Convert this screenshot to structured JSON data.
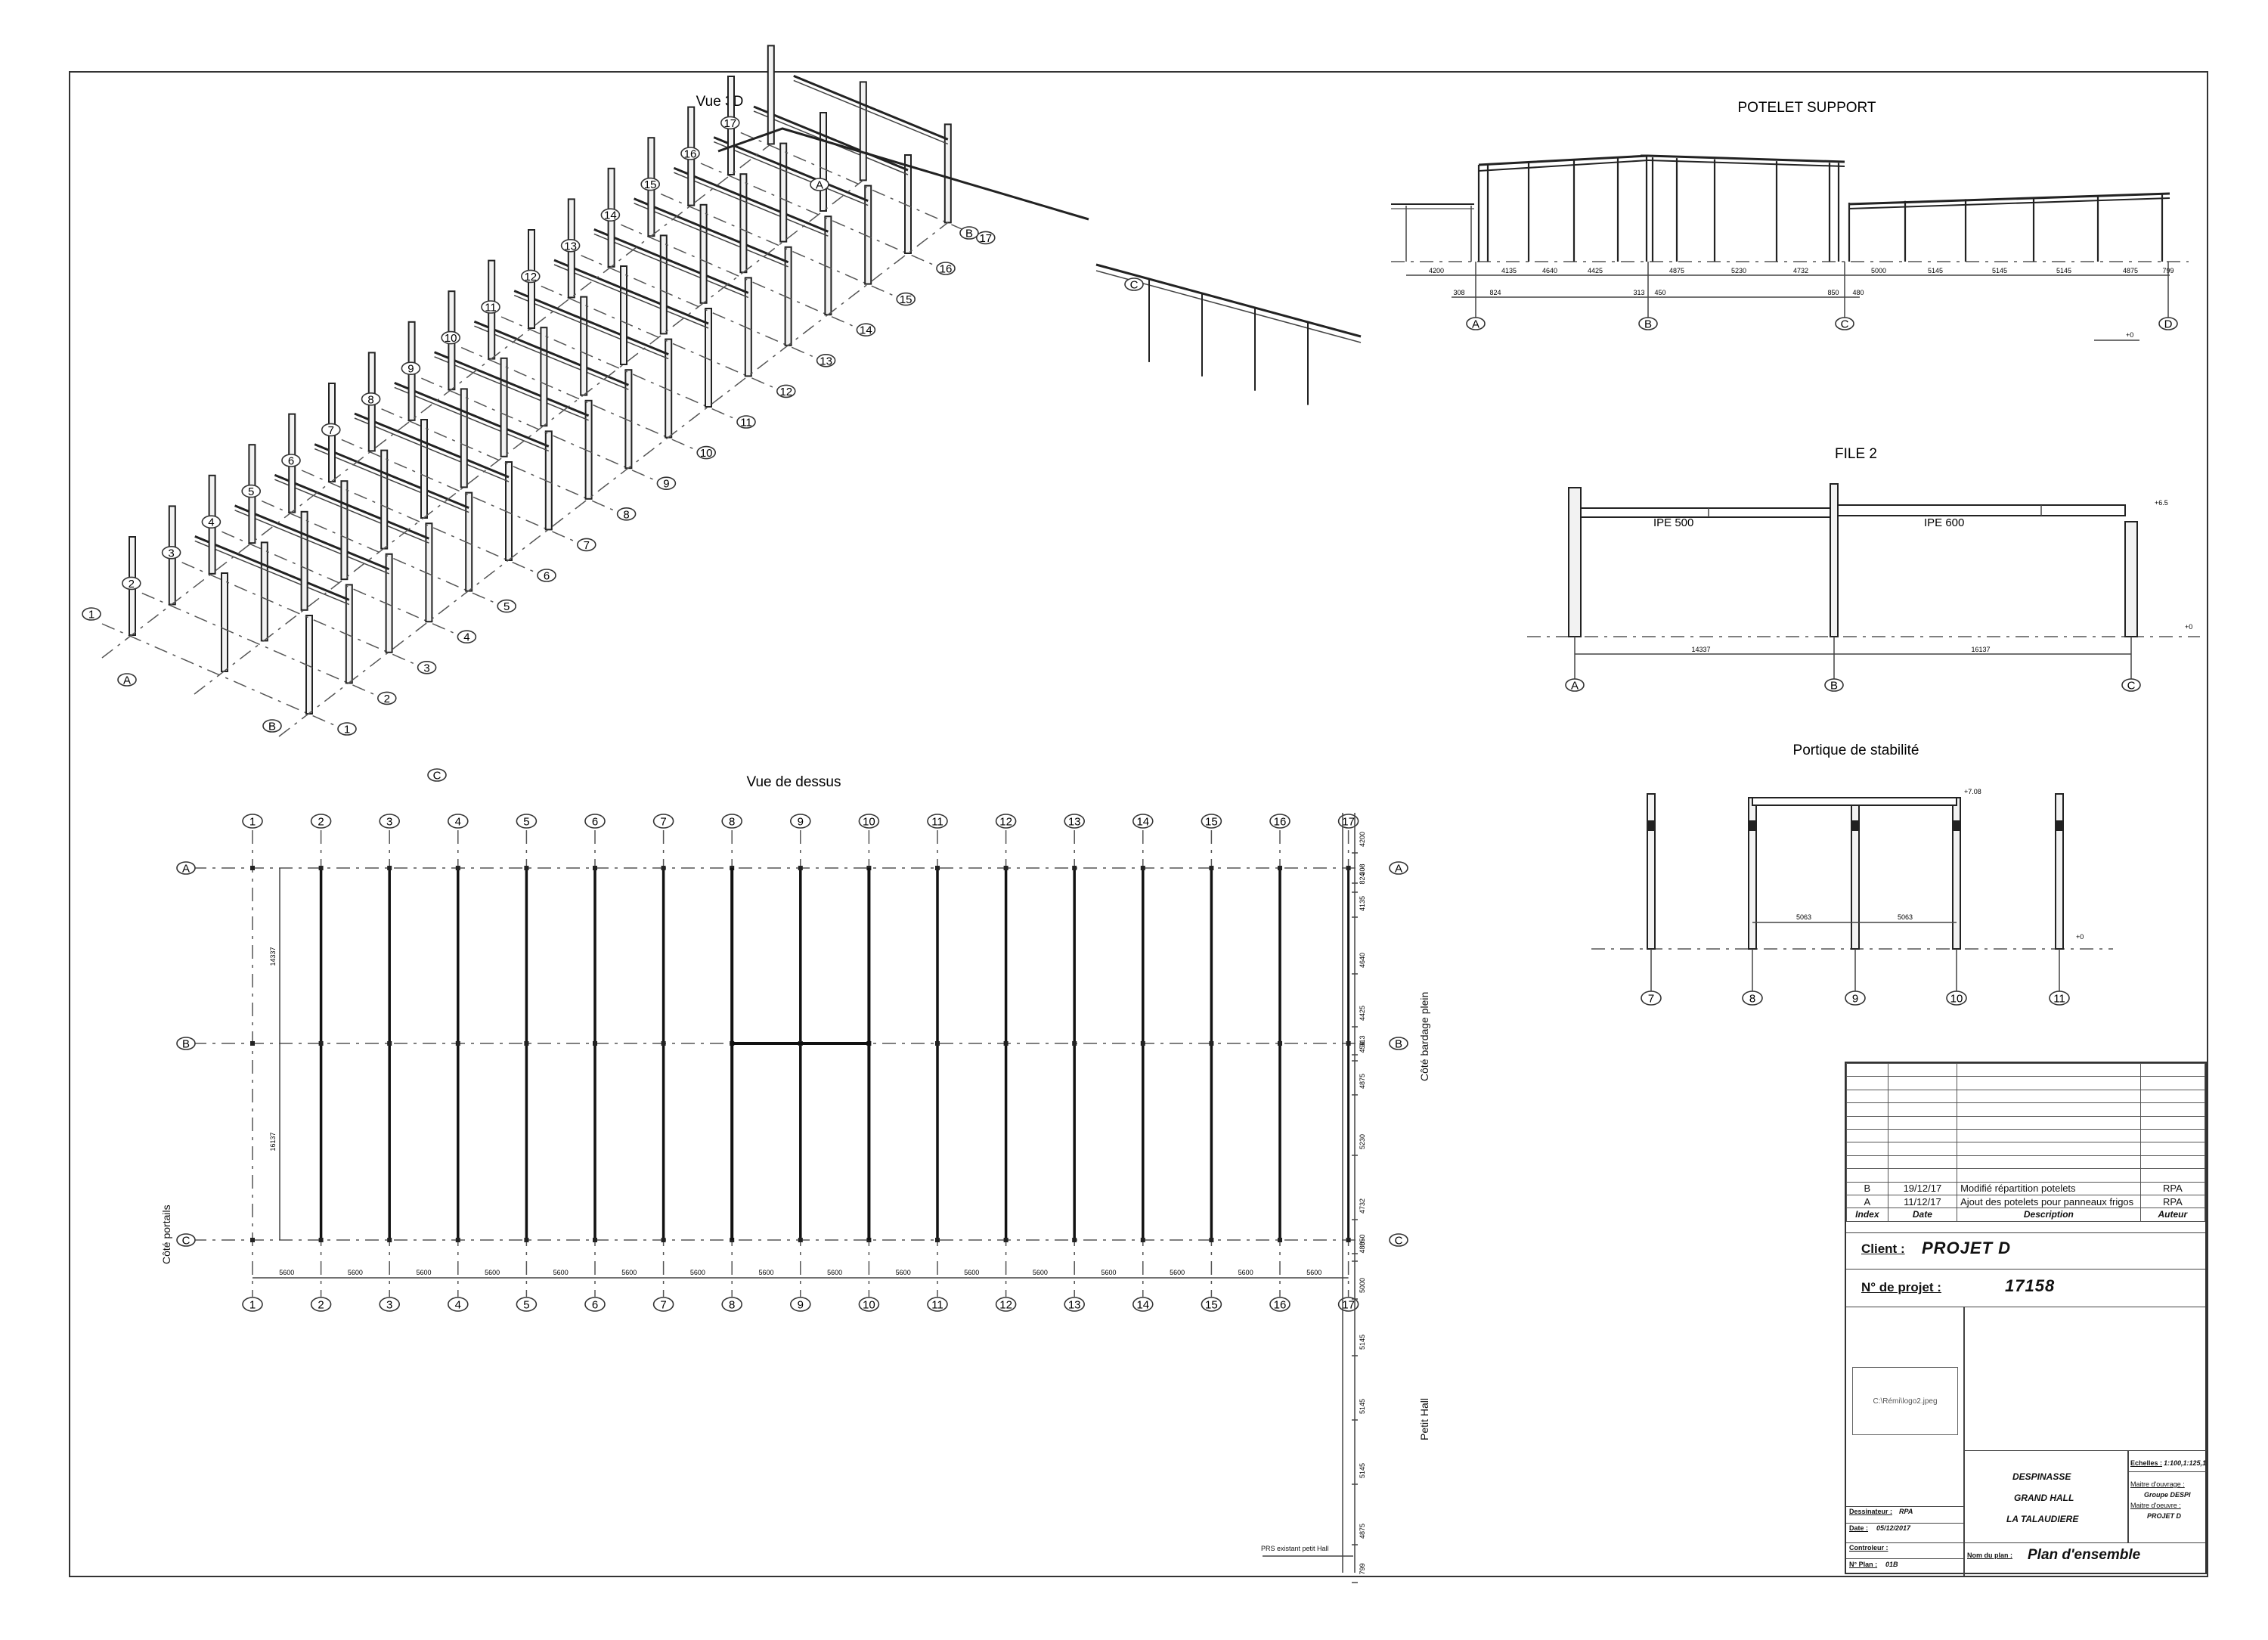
{
  "titles": {
    "view3d": "Vue 3D",
    "potelet": "POTELET SUPPORT",
    "file2": "FILE 2",
    "portique": "Portique de stabilité",
    "dessus": "Vue de dessus"
  },
  "grid": {
    "numbers": [
      "1",
      "2",
      "3",
      "4",
      "5",
      "6",
      "7",
      "8",
      "9",
      "10",
      "11",
      "12",
      "13",
      "14",
      "15",
      "16",
      "17"
    ],
    "letters": [
      "A",
      "B",
      "C"
    ],
    "letters_ext": [
      "A",
      "B",
      "C",
      "D"
    ],
    "portique_axes": [
      "7",
      "8",
      "9",
      "10",
      "11"
    ]
  },
  "top_view": {
    "bay_spacing": [
      "5600",
      "5600",
      "5600",
      "5600",
      "5600",
      "5600",
      "5600",
      "5600",
      "5600",
      "5600",
      "5600",
      "5600",
      "5600",
      "5600",
      "5600",
      "5600"
    ],
    "span_ab": "14337",
    "span_bc": "16137",
    "side_dims": [
      "4200",
      "308",
      "824",
      "4135",
      "4640",
      "4425",
      "313",
      "450",
      "4875",
      "5230",
      "4732",
      "850",
      "480",
      "5000",
      "5145",
      "5145",
      "5145",
      "4875",
      "799"
    ],
    "side_labels": {
      "portails": "Côté portails",
      "bardage": "Côté bardage plein",
      "petit_hall": "Petit Hall"
    },
    "existing_note": "PRS existant petit Hall"
  },
  "potelet": {
    "dims_top": [
      "4200",
      "4135",
      "4640",
      "4425",
      "4875",
      "5230",
      "4732",
      "5000",
      "5145",
      "5145",
      "5145",
      "4875",
      "799"
    ],
    "dims_bottom": [
      "308",
      "824",
      "313",
      "450",
      "850",
      "480"
    ],
    "level": "+0"
  },
  "file2": {
    "profile1": "IPE 500",
    "profile2": "IPE 600",
    "span1": "14337",
    "span2": "16137",
    "level_top": "+6.5",
    "level_bottom": "+0"
  },
  "portique": {
    "span1": "5063",
    "span2": "5063",
    "level_top": "+7.08",
    "level_bottom": "+0"
  },
  "title_block": {
    "revisions": [
      {
        "index": "B",
        "date": "19/12/17",
        "description": "Modifié répartition potelets",
        "author": "RPA"
      },
      {
        "index": "A",
        "date": "11/12/17",
        "description": "Ajout des potelets pour panneaux frigos",
        "author": "RPA"
      }
    ],
    "headers": {
      "index": "Index",
      "date": "Date",
      "description": "Description",
      "author": "Auteur"
    },
    "client_label": "Client :",
    "client": "PROJET D",
    "project_label": "N° de projet :",
    "project": "17158",
    "logo_path": "C:\\Rémi\\logo2.jpeg",
    "company": "DESPINASSE",
    "site1": "GRAND HALL",
    "site2": "LA TALAUDIERE",
    "echelles_label": "Echelles :",
    "echelles": "1:100,1:125,1",
    "ouvrage_label": "Maitre d'ouvrage :",
    "ouvrage": "Groupe DESPI",
    "oeuvre_label": "Maitre d'oeuvre :",
    "oeuvre": "PROJET D",
    "dessinateur_label": "Dessinateur :",
    "dessinateur": "RPA",
    "date_label": "Date :",
    "date": "05/12/2017",
    "controleur_label": "Controleur :",
    "nplan_label": "N° Plan :",
    "nplan": "01B",
    "nomplan_label": "Nom du plan :",
    "nomplan": "Plan d'ensemble"
  }
}
